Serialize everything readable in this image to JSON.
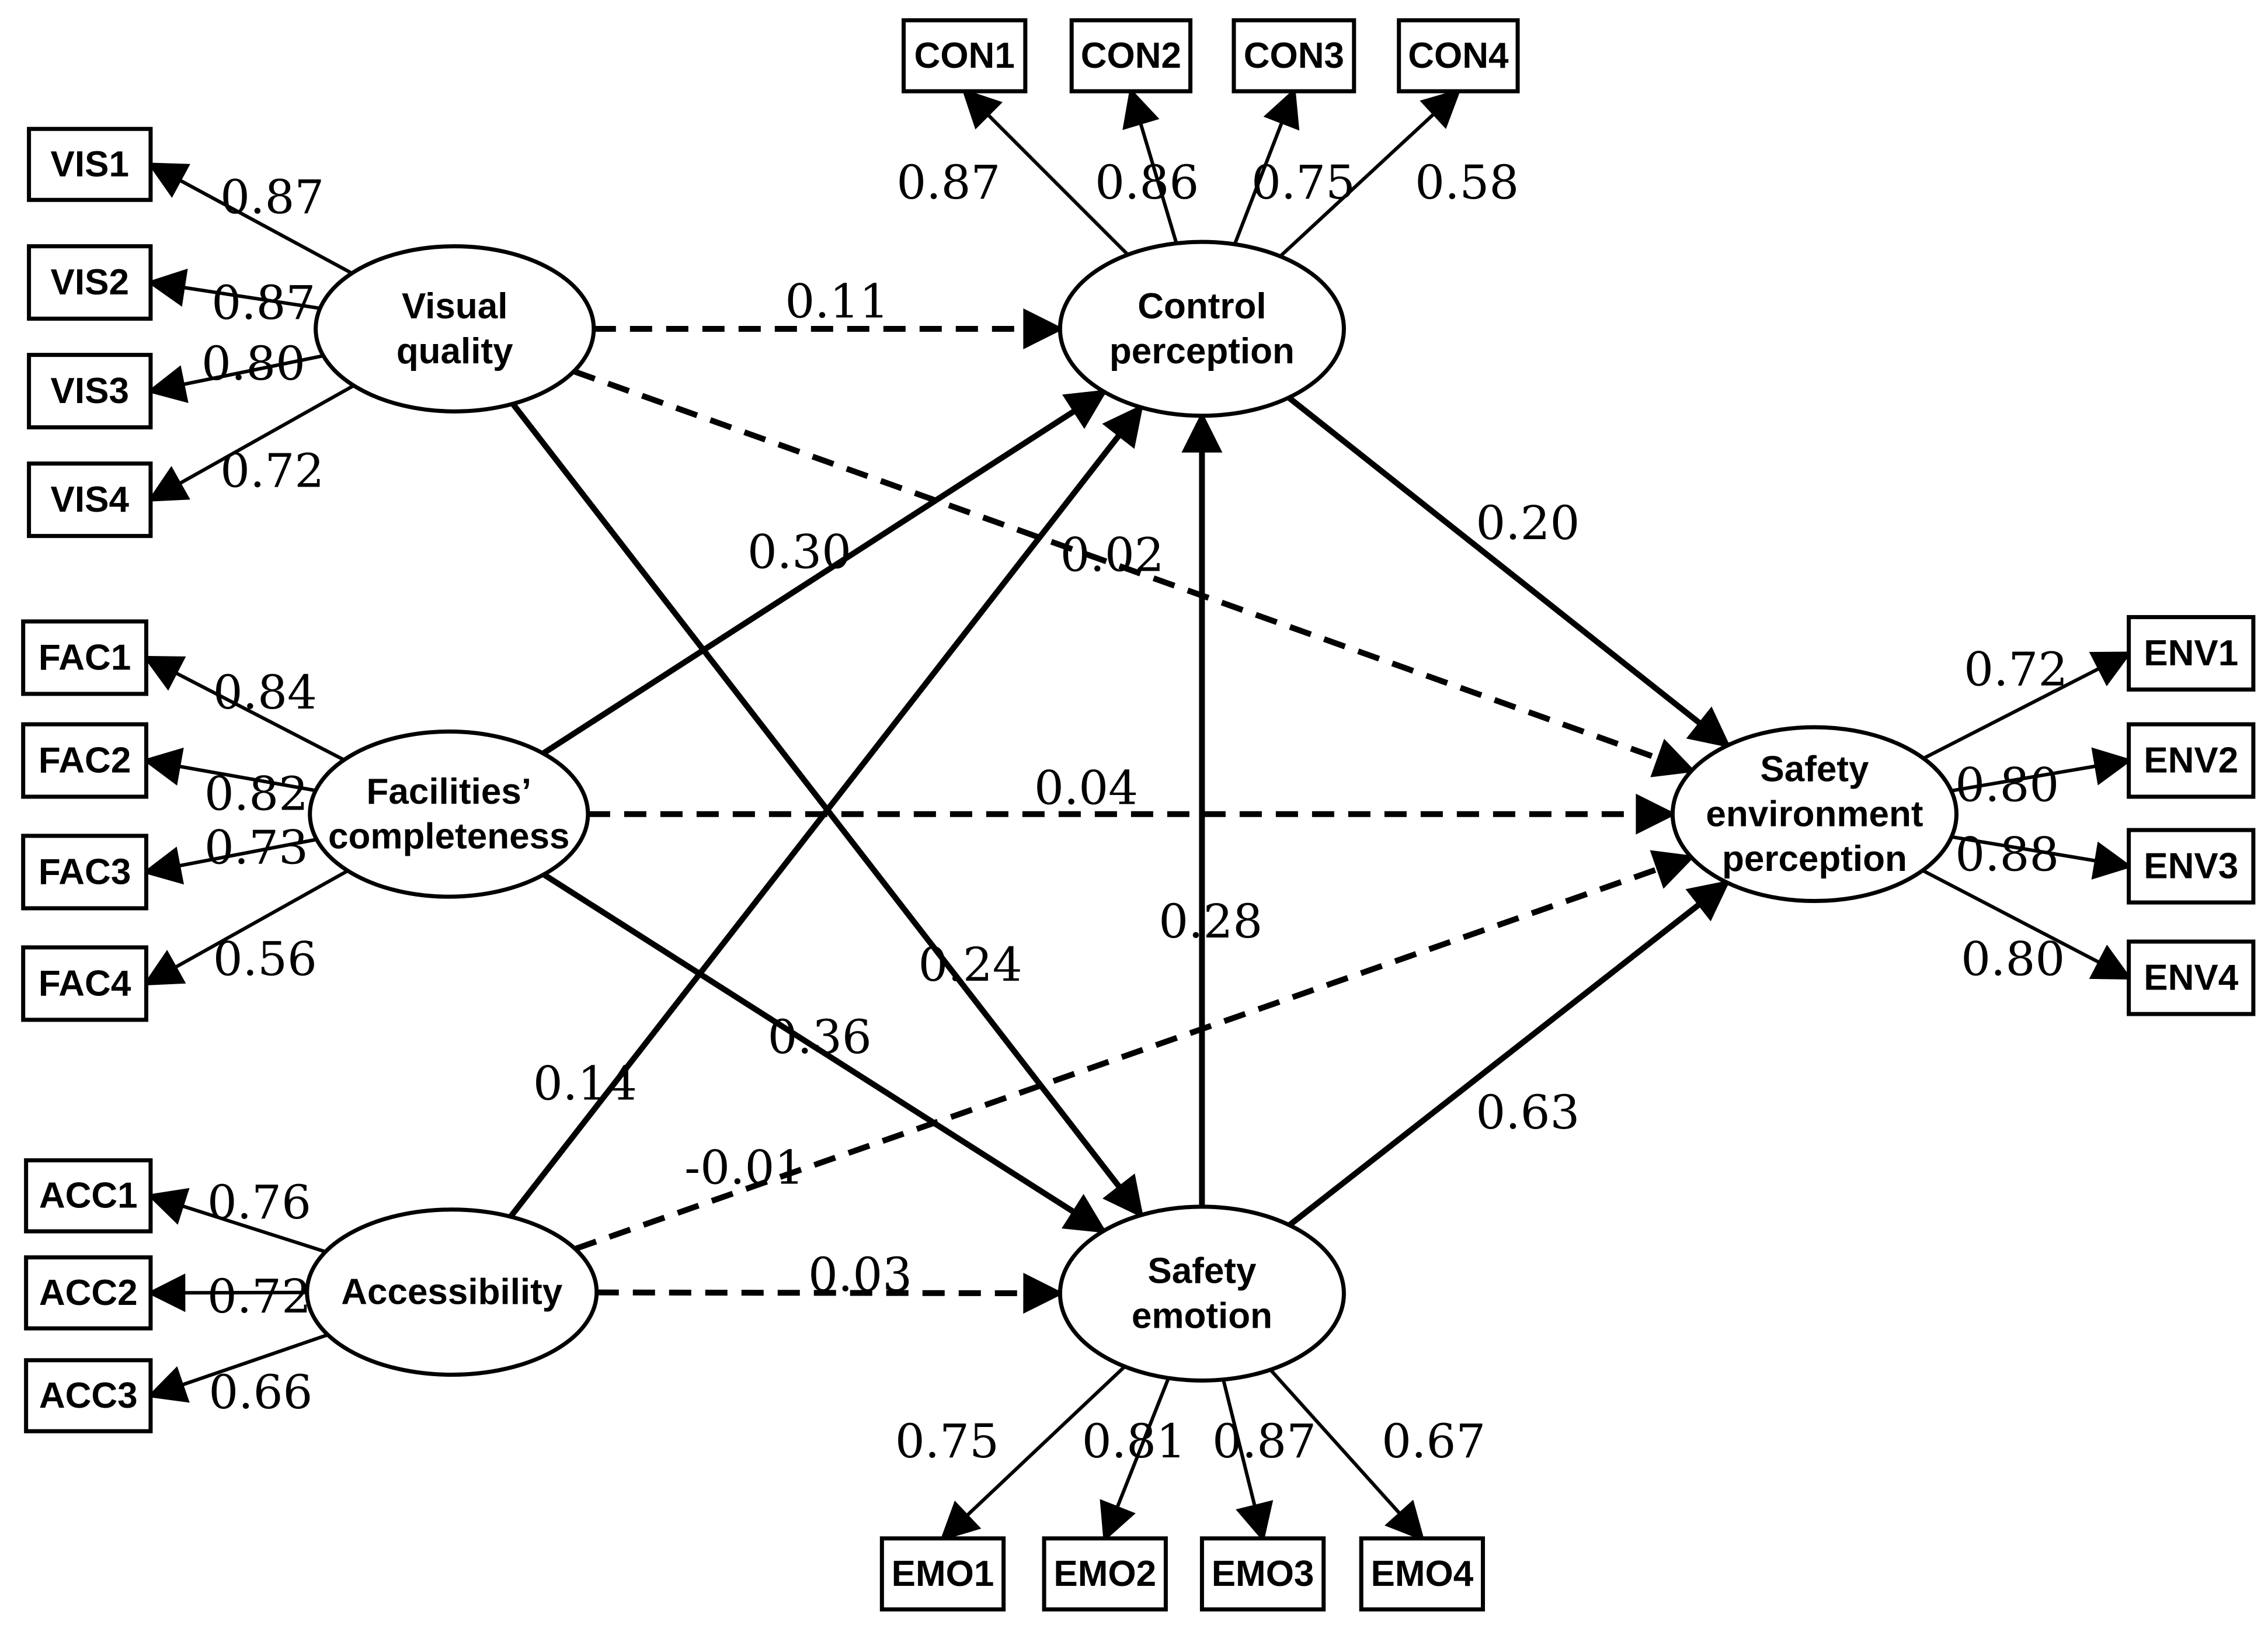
{
  "colors": {
    "ink": "#000000",
    "background": "#ffffff"
  },
  "latent": {
    "vis": {
      "lines": [
        "Visual",
        "quality"
      ]
    },
    "fac": {
      "lines": [
        "Facilities’",
        "completeness"
      ]
    },
    "acc": {
      "lines": [
        "Accessibility"
      ]
    },
    "con": {
      "lines": [
        "Control",
        "perception"
      ]
    },
    "emo": {
      "lines": [
        "Safety",
        "emotion"
      ]
    },
    "env": {
      "lines": [
        "Safety",
        "environment",
        "perception"
      ]
    }
  },
  "indicators": {
    "vis": [
      {
        "label": "VIS1",
        "loading": "0.87"
      },
      {
        "label": "VIS2",
        "loading": "0.87"
      },
      {
        "label": "VIS3",
        "loading": "0.80"
      },
      {
        "label": "VIS4",
        "loading": "0.72"
      }
    ],
    "fac": [
      {
        "label": "FAC1",
        "loading": "0.84"
      },
      {
        "label": "FAC2",
        "loading": "0.82"
      },
      {
        "label": "FAC3",
        "loading": "0.73"
      },
      {
        "label": "FAC4",
        "loading": "0.56"
      }
    ],
    "acc": [
      {
        "label": "ACC1",
        "loading": "0.76"
      },
      {
        "label": "ACC2",
        "loading": "0.72"
      },
      {
        "label": "ACC3",
        "loading": "0.66"
      }
    ],
    "con": [
      {
        "label": "CON1",
        "loading": "0.87"
      },
      {
        "label": "CON2",
        "loading": "0.86"
      },
      {
        "label": "CON3",
        "loading": "0.75"
      },
      {
        "label": "CON4",
        "loading": "0.58"
      }
    ],
    "emo": [
      {
        "label": "EMO1",
        "loading": "0.75"
      },
      {
        "label": "EMO2",
        "loading": "0.81"
      },
      {
        "label": "EMO3",
        "loading": "0.87"
      },
      {
        "label": "EMO4",
        "loading": "0.67"
      }
    ],
    "env": [
      {
        "label": "ENV1",
        "loading": "0.72"
      },
      {
        "label": "ENV2",
        "loading": "0.80"
      },
      {
        "label": "ENV3",
        "loading": "0.88"
      },
      {
        "label": "ENV4",
        "loading": "0.80"
      }
    ]
  },
  "paths": [
    {
      "from": "Visual quality",
      "to": "Control perception",
      "coef": "0.11",
      "significant": false
    },
    {
      "from": "Visual quality",
      "to": "Safety environment perception",
      "coef": "0.02",
      "significant": false
    },
    {
      "from": "Visual quality",
      "to": "Safety emotion",
      "coef": "0.24",
      "significant": true
    },
    {
      "from": "Facilities’ completeness",
      "to": "Control perception",
      "coef": "0.30",
      "significant": true
    },
    {
      "from": "Facilities’ completeness",
      "to": "Safety environment perception",
      "coef": "0.04",
      "significant": false
    },
    {
      "from": "Facilities’ completeness",
      "to": "Safety emotion",
      "coef": "0.36",
      "significant": true
    },
    {
      "from": "Accessibility",
      "to": "Control perception",
      "coef": "0.14",
      "significant": true
    },
    {
      "from": "Accessibility",
      "to": "Safety environment perception",
      "coef": "-0.01",
      "significant": false
    },
    {
      "from": "Accessibility",
      "to": "Safety emotion",
      "coef": "0.03",
      "significant": false
    },
    {
      "from": "Safety emotion",
      "to": "Control perception",
      "coef": "0.28",
      "significant": true
    },
    {
      "from": "Control perception",
      "to": "Safety environment perception",
      "coef": "0.20",
      "significant": true
    },
    {
      "from": "Safety emotion",
      "to": "Safety environment perception",
      "coef": "0.63",
      "significant": true
    }
  ]
}
